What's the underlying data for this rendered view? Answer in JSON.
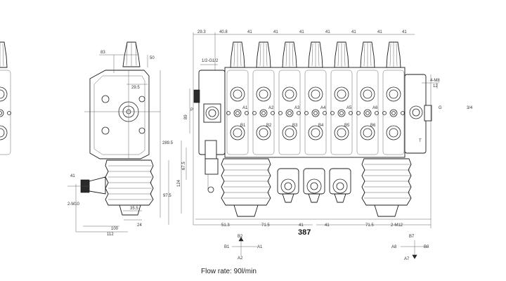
{
  "caption": "Flow rate: 90l/min",
  "total_length": "387",
  "top_dims": [
    "29.3",
    "40.8",
    "41",
    "41",
    "41",
    "41",
    "41",
    "41",
    "41"
  ],
  "bottom_dims": [
    "51.3",
    "71.5",
    "41",
    "41",
    "71.5",
    "2-M12"
  ],
  "left_dims": [
    "50",
    "83",
    "29.5",
    "289.5",
    "97.5",
    "2-M10",
    "41",
    "35.5",
    "24",
    "100",
    "112"
  ],
  "center_vertical_dims": [
    "89",
    "67.5",
    "124"
  ],
  "port_labels": [
    "P",
    "G",
    "T",
    "1/2-G1/2",
    "4-M8",
    "12",
    "3/4"
  ],
  "section_labels": [
    "A1",
    "A2",
    "A3",
    "A4",
    "A5",
    "A6",
    "B1",
    "B2",
    "B3",
    "B4",
    "B5",
    "B6"
  ],
  "schematic_left": [
    "B2",
    "B1",
    "A1",
    "A2"
  ],
  "schematic_right": [
    "A8",
    "B8",
    "B7",
    "A7"
  ]
}
